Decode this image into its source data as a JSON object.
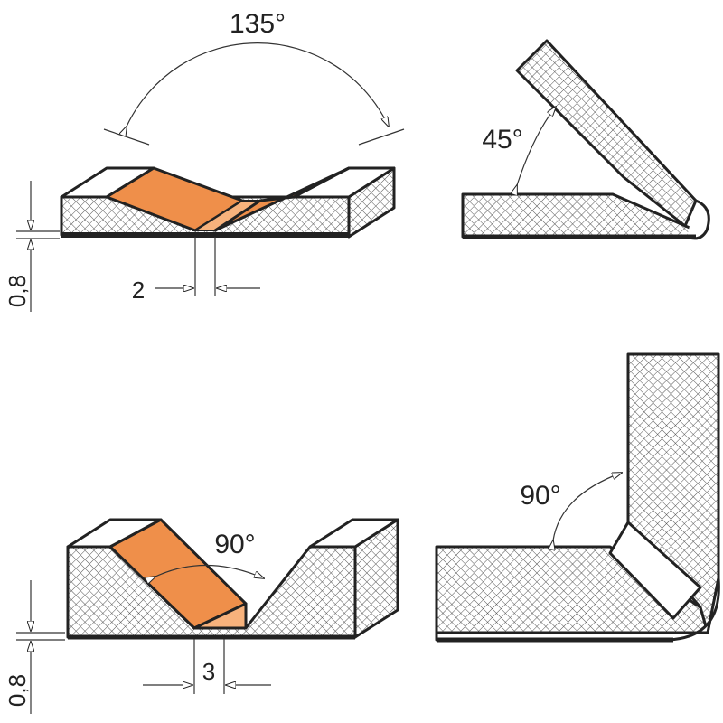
{
  "labels": {
    "angle_135": "135°",
    "angle_45": "45°",
    "angle_90_groove": "90°",
    "angle_90_bend": "90°",
    "width_2": "2",
    "width_3": "3",
    "thickness_top": "0,8",
    "thickness_bottom": "0,8"
  },
  "colors": {
    "groove_face": "#ef8f4a",
    "groove_face_light": "#f7b27c",
    "outline": "#222222",
    "panel_top": "#ffffff"
  },
  "icons": {
    "arrow": "filled-triangle-arrowhead",
    "hatch": "crosshatch-pattern"
  }
}
